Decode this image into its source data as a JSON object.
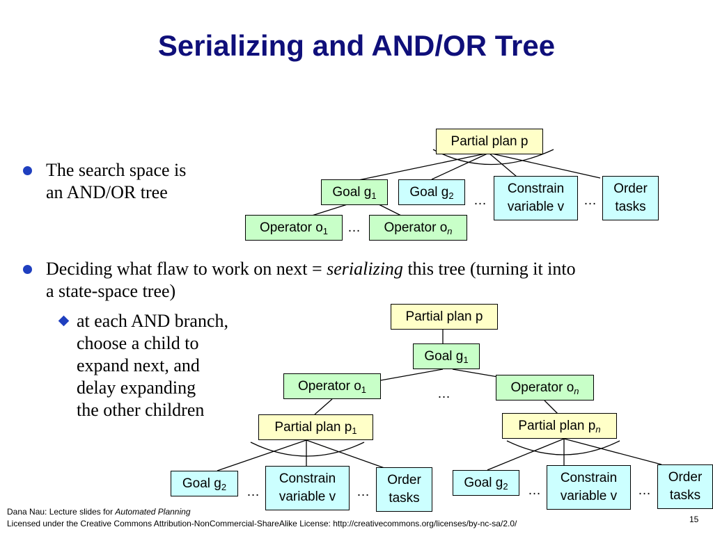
{
  "slide": {
    "title": "Serializing and AND/OR Tree",
    "page_number": "15"
  },
  "bullets": [
    {
      "line1": "The search space is",
      "line2": "an AND/OR tree"
    },
    {
      "line1_pre": "Deciding what flaw to work on next = ",
      "line1_em": "serializing",
      "line1_post": " this tree (turning it into",
      "line2": "a state-space tree)"
    }
  ],
  "sub_bullet": {
    "lines": [
      "at each AND branch,",
      "choose a child to",
      "expand next, and",
      "delay expanding",
      "the other children"
    ]
  },
  "tree1": {
    "root": "Partial plan p",
    "goal1": {
      "base": "Goal g",
      "sub": "1"
    },
    "goal2": {
      "base": "Goal g",
      "sub": "2"
    },
    "constrain": {
      "line1": "Constrain",
      "line2": "variable v"
    },
    "order": {
      "line1": "Order",
      "line2": "tasks"
    },
    "op1": {
      "base": "Operator o",
      "sub": "1"
    },
    "opn": {
      "base": "Operator o",
      "sub": "n"
    },
    "ellipsis": "…"
  },
  "tree2": {
    "root": "Partial plan p",
    "goal1": {
      "base": "Goal g",
      "sub": "1"
    },
    "op1": {
      "base": "Operator o",
      "sub": "1"
    },
    "opn": {
      "base": "Operator o",
      "sub": "n"
    },
    "plan1": {
      "base": "Partial plan p",
      "sub": "1"
    },
    "plann": {
      "base": "Partial plan p",
      "sub": "n"
    },
    "left_goal2": {
      "base": "Goal g",
      "sub": "2"
    },
    "left_constrain": {
      "line1": "Constrain",
      "line2": "variable v"
    },
    "left_order": {
      "line1": "Order",
      "line2": "tasks"
    },
    "right_goal2": {
      "base": "Goal g",
      "sub": "2"
    },
    "right_constrain": {
      "line1": "Constrain",
      "line2": "variable v"
    },
    "right_order": {
      "line1": "Order",
      "line2": "tasks"
    },
    "ellipsis": "…"
  },
  "footer": {
    "credit_prefix": "Dana Nau: Lecture slides for ",
    "credit_book": "Automated Planning",
    "license": "Licensed under the Creative Commons Attribution-NonCommercial-ShareAlike License: http://creativecommons.org/licenses/by-nc-sa/2.0/"
  },
  "colors": {
    "title": "#0f0f7a",
    "bullet": "#1f3fbf",
    "plan_node": "#ffffc8",
    "goal_node": "#c8ffc8",
    "task_node": "#ccffff"
  }
}
